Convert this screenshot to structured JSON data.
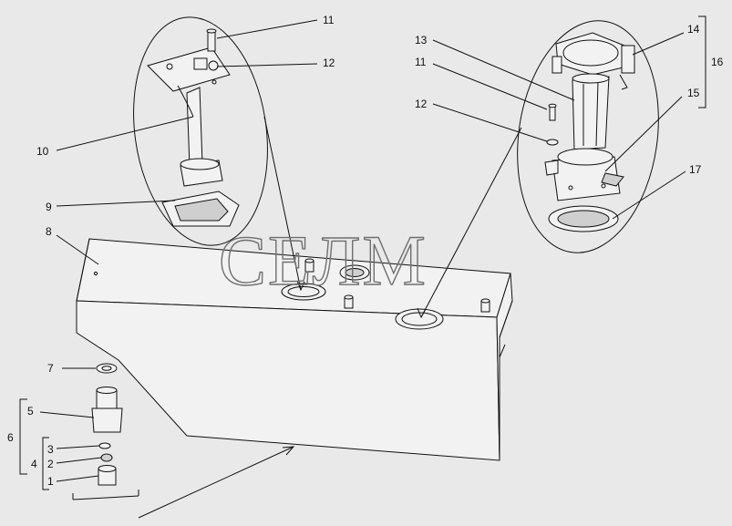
{
  "watermark": "СЕЛМ",
  "callouts": {
    "c1": "1",
    "c2": "2",
    "c3": "3",
    "c4": "4",
    "c5": "5",
    "c6": "6",
    "c7": "7",
    "c8": "8",
    "c9": "9",
    "c10": "10",
    "c11a": "11",
    "c11b": "11",
    "c12a": "12",
    "c12b": "12",
    "c13": "13",
    "c14": "14",
    "c15": "15",
    "c16": "16",
    "c17": "17"
  }
}
